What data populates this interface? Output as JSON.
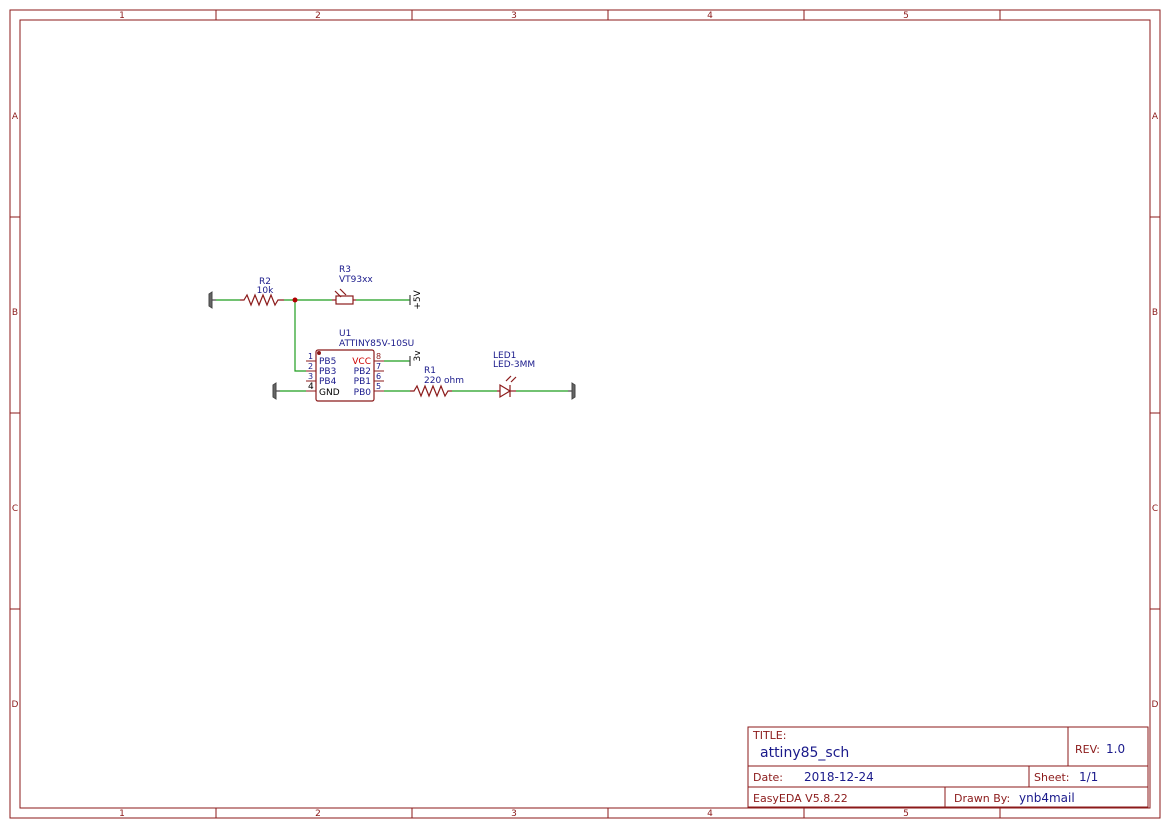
{
  "frame": {
    "columns": [
      "1",
      "2",
      "3",
      "4",
      "5"
    ],
    "rows": [
      "A",
      "B",
      "C",
      "D"
    ]
  },
  "components": {
    "r2": {
      "designator": "R2",
      "value": "10k"
    },
    "r3": {
      "designator": "R3",
      "value": "VT93xx"
    },
    "u1": {
      "designator": "U1",
      "value": "ATTINY85V-10SU"
    },
    "r1": {
      "designator": "R1",
      "value": "220 ohm"
    },
    "led1": {
      "designator": "LED1",
      "value": "LED-3MM"
    }
  },
  "u1_pins": {
    "left": [
      {
        "num": "1",
        "name": "PB5"
      },
      {
        "num": "2",
        "name": "PB3"
      },
      {
        "num": "3",
        "name": "PB4"
      },
      {
        "num": "4",
        "name": "GND"
      }
    ],
    "right": [
      {
        "num": "8",
        "name": "VCC"
      },
      {
        "num": "7",
        "name": "PB2"
      },
      {
        "num": "6",
        "name": "PB1"
      },
      {
        "num": "5",
        "name": "PB0"
      }
    ]
  },
  "power": {
    "plus5v": "+5V",
    "vcc3v": "3v"
  },
  "title_block": {
    "title_label": "TITLE:",
    "title": "attiny85_sch",
    "rev_label": "REV:",
    "rev": "1.0",
    "date_label": "Date:",
    "date": "2018-12-24",
    "sheet_label": "Sheet:",
    "sheet": "1/1",
    "tool": "EasyEDA V5.8.22",
    "drawn_label": "Drawn By:",
    "drawn_by": "ynb4mail"
  }
}
